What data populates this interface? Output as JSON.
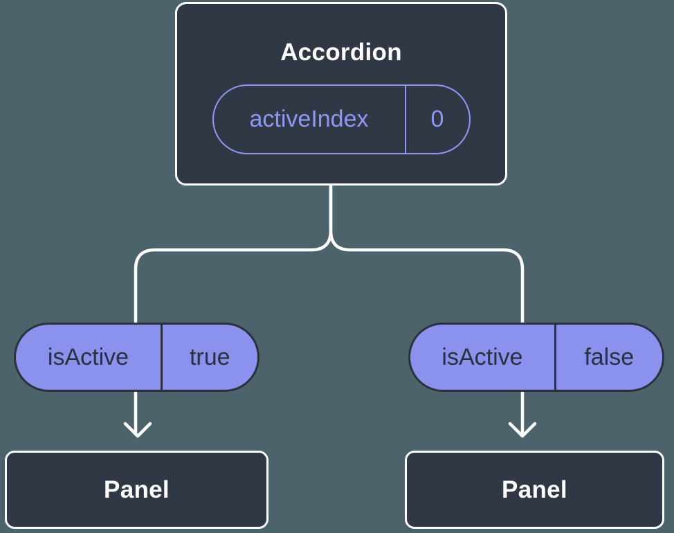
{
  "tree": {
    "root": {
      "name": "Accordion",
      "state": {
        "name": "activeIndex",
        "value": "0"
      }
    },
    "children": [
      {
        "name": "Panel",
        "prop": {
          "name": "isActive",
          "value": "true"
        }
      },
      {
        "name": "Panel",
        "prop": {
          "name": "isActive",
          "value": "false"
        }
      }
    ]
  },
  "colors": {
    "background": "#4d636c",
    "node_fill": "#313845",
    "node_border": "#ffffff",
    "prop_pill_fill": "#8b92ee",
    "state_pill_outline": "#8f97f2",
    "dark_text": "#2a303c",
    "connector": "#ffffff"
  }
}
